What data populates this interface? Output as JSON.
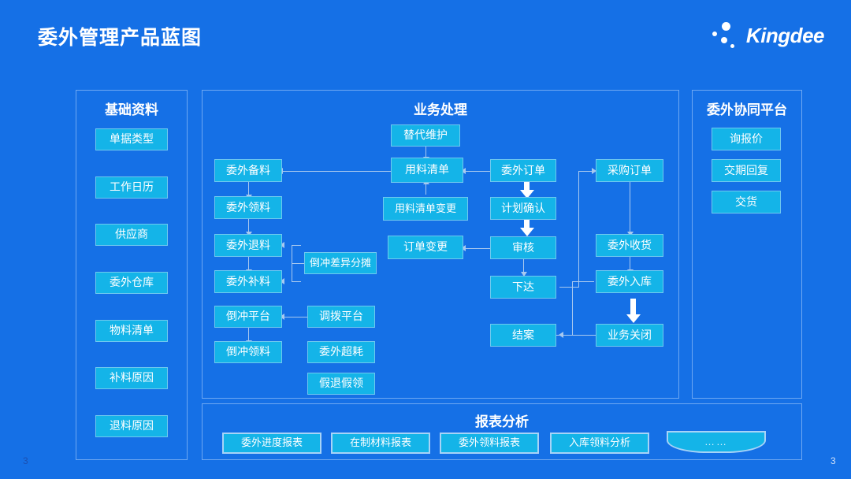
{
  "header": {
    "title": "委外管理产品蓝图",
    "brand": "Kingdee",
    "logo_icon": "kingdee-dots-logo"
  },
  "colors": {
    "background": "#1570e6",
    "box_fill": "#14b4e8",
    "box_border": "#6fc9ef",
    "panel_border": "#6ea8f2",
    "connector": "#a9c9ef",
    "text": "#ffffff"
  },
  "panels": {
    "basic": {
      "title": "基础资料",
      "items": [
        {
          "label": "单据类型"
        },
        {
          "label": "工作日历"
        },
        {
          "label": "供应商"
        },
        {
          "label": "委外仓库"
        },
        {
          "label": "物料清单"
        },
        {
          "label": "补料原因"
        },
        {
          "label": "退料原因"
        }
      ]
    },
    "business": {
      "title": "业务处理",
      "nodes": [
        {
          "id": "tidai",
          "label": "替代维护"
        },
        {
          "id": "yongliao",
          "label": "用料清单"
        },
        {
          "id": "yongliao_bg",
          "label": "用料清单变更"
        },
        {
          "id": "dingdan_bg",
          "label": "订单变更"
        },
        {
          "id": "beiliao",
          "label": "委外备料"
        },
        {
          "id": "lingliao",
          "label": "委外领料"
        },
        {
          "id": "tuiliao",
          "label": "委外退料"
        },
        {
          "id": "buliao",
          "label": "委外补料"
        },
        {
          "id": "chayi",
          "label": "倒冲差异分摊"
        },
        {
          "id": "daochong_pt",
          "label": "倒冲平台"
        },
        {
          "id": "daochong_ll",
          "label": "倒冲领料"
        },
        {
          "id": "diaobo",
          "label": "调拨平台"
        },
        {
          "id": "chaohao",
          "label": "委外超耗"
        },
        {
          "id": "jiatui",
          "label": "假退假领"
        },
        {
          "id": "wwdd",
          "label": "委外订单"
        },
        {
          "id": "jhqr",
          "label": "计划确认"
        },
        {
          "id": "shenhe",
          "label": "审核"
        },
        {
          "id": "xiada",
          "label": "下达"
        },
        {
          "id": "jiean",
          "label": "结案"
        },
        {
          "id": "cgdd",
          "label": "采购订单"
        },
        {
          "id": "shouhuo",
          "label": "委外收货"
        },
        {
          "id": "ruku",
          "label": "委外入库"
        },
        {
          "id": "guanbi",
          "label": "业务关闭"
        }
      ]
    },
    "collaboration": {
      "title": "委外协同平台",
      "items": [
        {
          "label": "询报价"
        },
        {
          "label": "交期回复"
        },
        {
          "label": "交货"
        }
      ]
    },
    "report": {
      "title": "报表分析",
      "items": [
        {
          "label": "委外进度报表"
        },
        {
          "label": "在制材料报表"
        },
        {
          "label": "委外领料报表"
        },
        {
          "label": "入库领料分析"
        },
        {
          "label": "……"
        }
      ]
    }
  },
  "footer": {
    "page_left": "3",
    "page_right": "3"
  }
}
